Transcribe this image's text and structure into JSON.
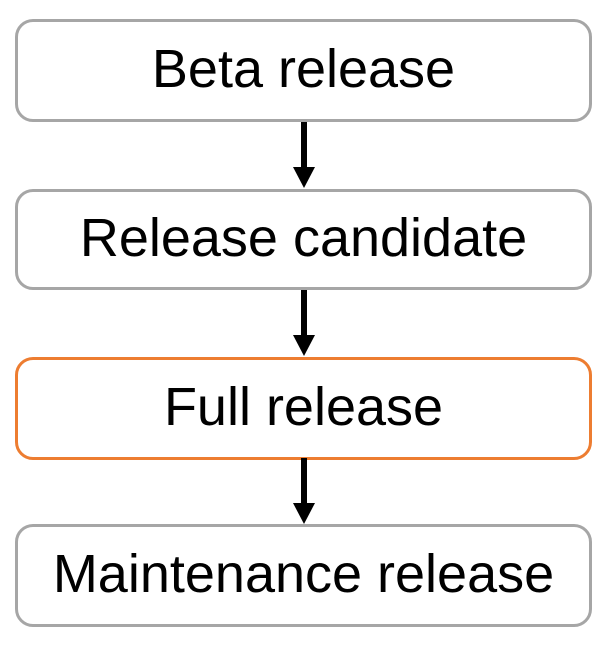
{
  "flowchart": {
    "type": "vertical-flow",
    "nodes": [
      {
        "label": "Beta release",
        "highlighted": false
      },
      {
        "label": "Release candidate",
        "highlighted": false
      },
      {
        "label": "Full release",
        "highlighted": true
      },
      {
        "label": "Maintenance release",
        "highlighted": false
      }
    ],
    "connectors": [
      {
        "from": "Beta release",
        "to": "Release candidate",
        "style": "arrow-down"
      },
      {
        "from": "Release candidate",
        "to": "Full release",
        "style": "arrow-down"
      },
      {
        "from": "Full release",
        "to": "Maintenance release",
        "style": "arrow-down"
      }
    ],
    "colors": {
      "node_border_default": "#A6A6A6",
      "node_border_highlight": "#ED7D31",
      "node_fill": "#FFFFFF",
      "text": "#000000",
      "arrow": "#000000",
      "background": "#FFFFFF"
    }
  }
}
